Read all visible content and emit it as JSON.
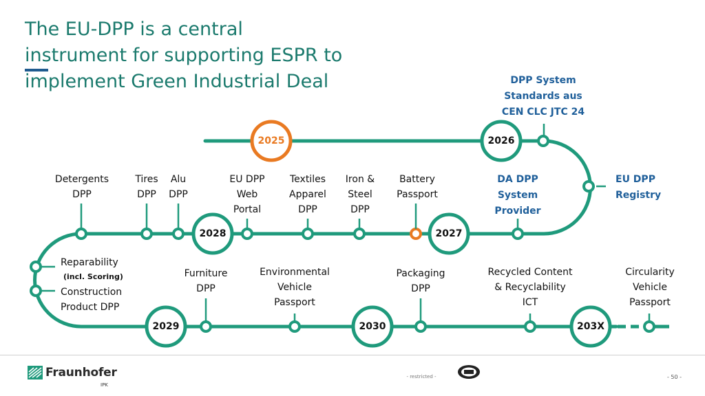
{
  "title": {
    "line1": "The EU-DPP is a central",
    "line2": "instrument for supporting ESPR to",
    "line3": "implement Green Industrial Deal"
  },
  "years": {
    "y2025": "2025",
    "y2026": "2026",
    "y2027": "2027",
    "y2028": "2028",
    "y2029": "2029",
    "y2030": "2030",
    "y203x": "203X"
  },
  "milestones": {
    "dpp_standards": [
      "DPP System",
      "Standards aus",
      "CEN CLC JTC 24"
    ],
    "eu_registry": [
      "EU DPP",
      "Registry"
    ],
    "da_provider": [
      "DA DPP",
      "System",
      "Provider"
    ],
    "battery": [
      "Battery",
      "Passport"
    ],
    "iron_steel": [
      "Iron &",
      "Steel",
      "DPP"
    ],
    "textiles": [
      "Textiles",
      "Apparel",
      "DPP"
    ],
    "web_portal": [
      "EU DPP",
      "Web",
      "Portal"
    ],
    "alu": [
      "Alu",
      "DPP"
    ],
    "tires": [
      "Tires",
      "DPP"
    ],
    "detergents": [
      "Detergents",
      "DPP"
    ],
    "reparability": "Reparability",
    "reparability_note": "(incl. Scoring)",
    "construction": [
      "Construction",
      "Product DPP"
    ],
    "furniture": [
      "Furniture",
      "DPP"
    ],
    "environmental_vehicle": [
      "Environmental",
      "Vehicle",
      "Passport"
    ],
    "packaging": [
      "Packaging",
      "DPP"
    ],
    "recycled_content": [
      "Recycled Content",
      "& Recyclability",
      "ICT"
    ],
    "circularity_vehicle": [
      "Circularity",
      "Vehicle",
      "Passport"
    ]
  },
  "colors": {
    "track": "#1f9a7c",
    "highlight": "#e97a22",
    "title": "#1b7a6d",
    "blue_label": "#1f5f9a"
  },
  "footer": {
    "logo": "Fraunhofer",
    "logo_sub": "IPK",
    "classification": "- restricted -",
    "page": "- 50 -"
  }
}
